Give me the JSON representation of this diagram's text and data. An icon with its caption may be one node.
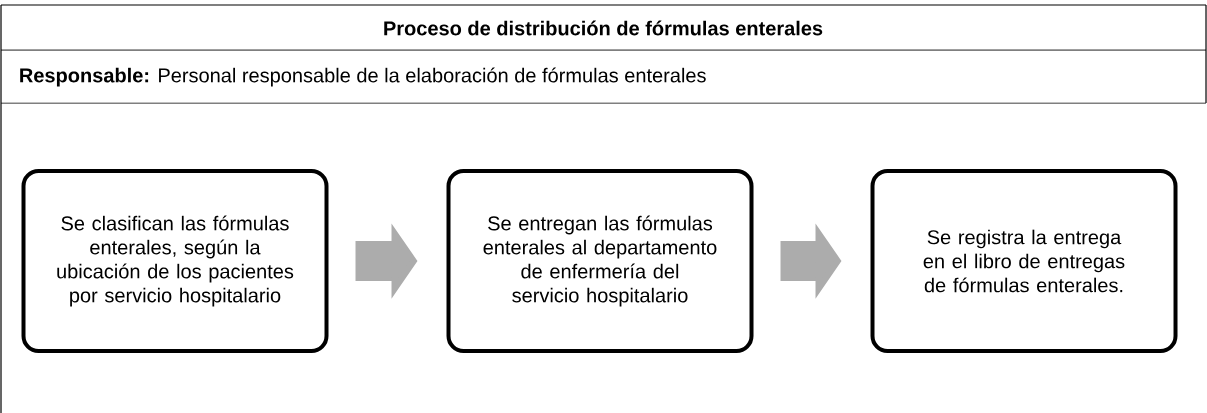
{
  "diagram": {
    "title": "Proceso de distribución de fórmulas enterales",
    "nodes": [
      {
        "text": [
          "Se clasifican las fórmulas enterales, según la ubicación de los pacientes por servicio hospitalario"
        ]
      },
      {
        "text": [
          "Se entregan las fórmulas enterales al departamento de enfermería del servicio hospitalario"
        ]
      },
      {
        "text": [
          "Se registra la entrega en el libro de entregas de fórmulas enterales."
        ]
      }
    ],
    "edges": [
      {
        "from": 0,
        "to": 1,
        "arrow": "to"
      },
      {
        "from": 1,
        "to": 2,
        "arrow": "to"
      }
    ],
    "labels": [
      "**Responsable:** Personal responsable de la elaboración de fórmulas enterales"
    ]
  }
}
